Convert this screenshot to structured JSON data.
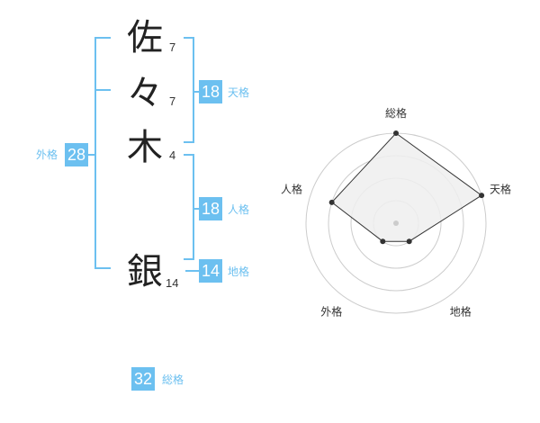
{
  "name": {
    "chars": [
      {
        "char": "佐",
        "strokes": "7"
      },
      {
        "char": "々",
        "strokes": "7"
      },
      {
        "char": "木",
        "strokes": "4"
      },
      {
        "char": "銀",
        "strokes": "14"
      }
    ]
  },
  "kaku": {
    "tenkaku": {
      "label": "天格",
      "value": "18"
    },
    "jinkaku": {
      "label": "人格",
      "value": "18"
    },
    "chikaku": {
      "label": "地格",
      "value": "14"
    },
    "gaikaku": {
      "label": "外格",
      "value": "28"
    },
    "soukaku": {
      "label": "総格",
      "value": "32"
    }
  },
  "colors": {
    "accent": "#6cc0f0",
    "text": "#222222",
    "radar_line": "#333333",
    "radar_fill": "#eeeeee",
    "grid": "#cccccc"
  },
  "chart_data": {
    "type": "radar",
    "axes": [
      "総格",
      "天格",
      "地格",
      "外格",
      "人格"
    ],
    "values": [
      4,
      4,
      1,
      1,
      3
    ],
    "max": 4
  }
}
